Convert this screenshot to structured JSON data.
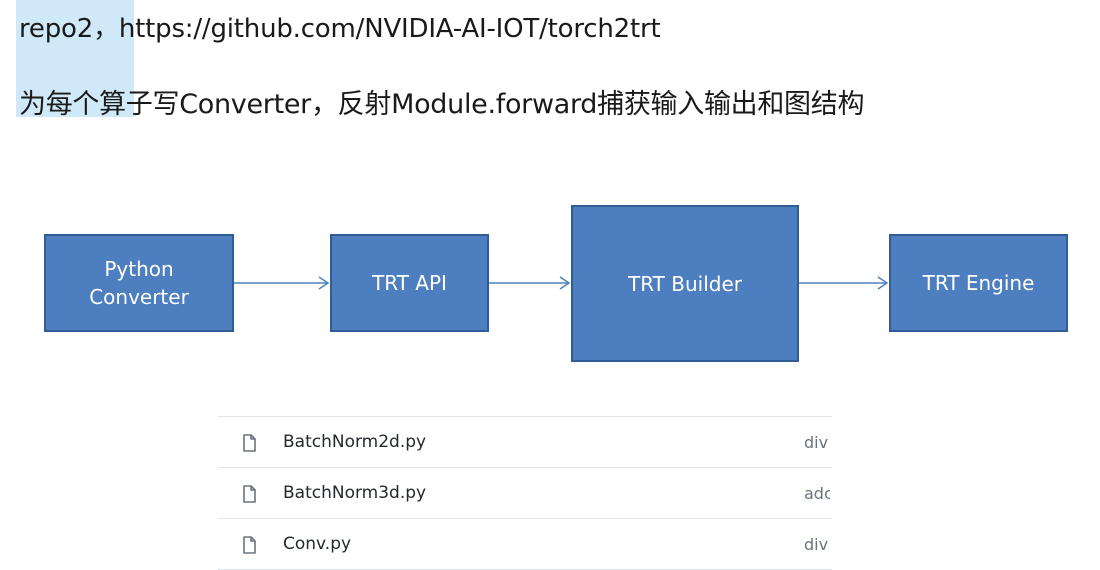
{
  "header": {
    "line1": "repo2，https://github.com/NVIDIA-AI-IOT/torch2trt",
    "line2": "为每个算子写Converter，反射Module.forward捕获输入输出和图结构"
  },
  "diagram": {
    "box_python": "Python\nConverter",
    "box_api": "TRT API",
    "box_builder": "TRT Builder",
    "box_engine": "TRT Engine",
    "colors": {
      "box_fill": "#4d7ebf",
      "box_border": "#2f5d94",
      "arrow": "#4f81bd"
    }
  },
  "files": [
    {
      "name": "BatchNorm2d.py",
      "message": "div",
      "icon": "file-icon"
    },
    {
      "name": "BatchNorm3d.py",
      "message": "adc",
      "icon": "file-icon"
    },
    {
      "name": "Conv.py",
      "message": "div",
      "icon": "file-icon"
    }
  ]
}
